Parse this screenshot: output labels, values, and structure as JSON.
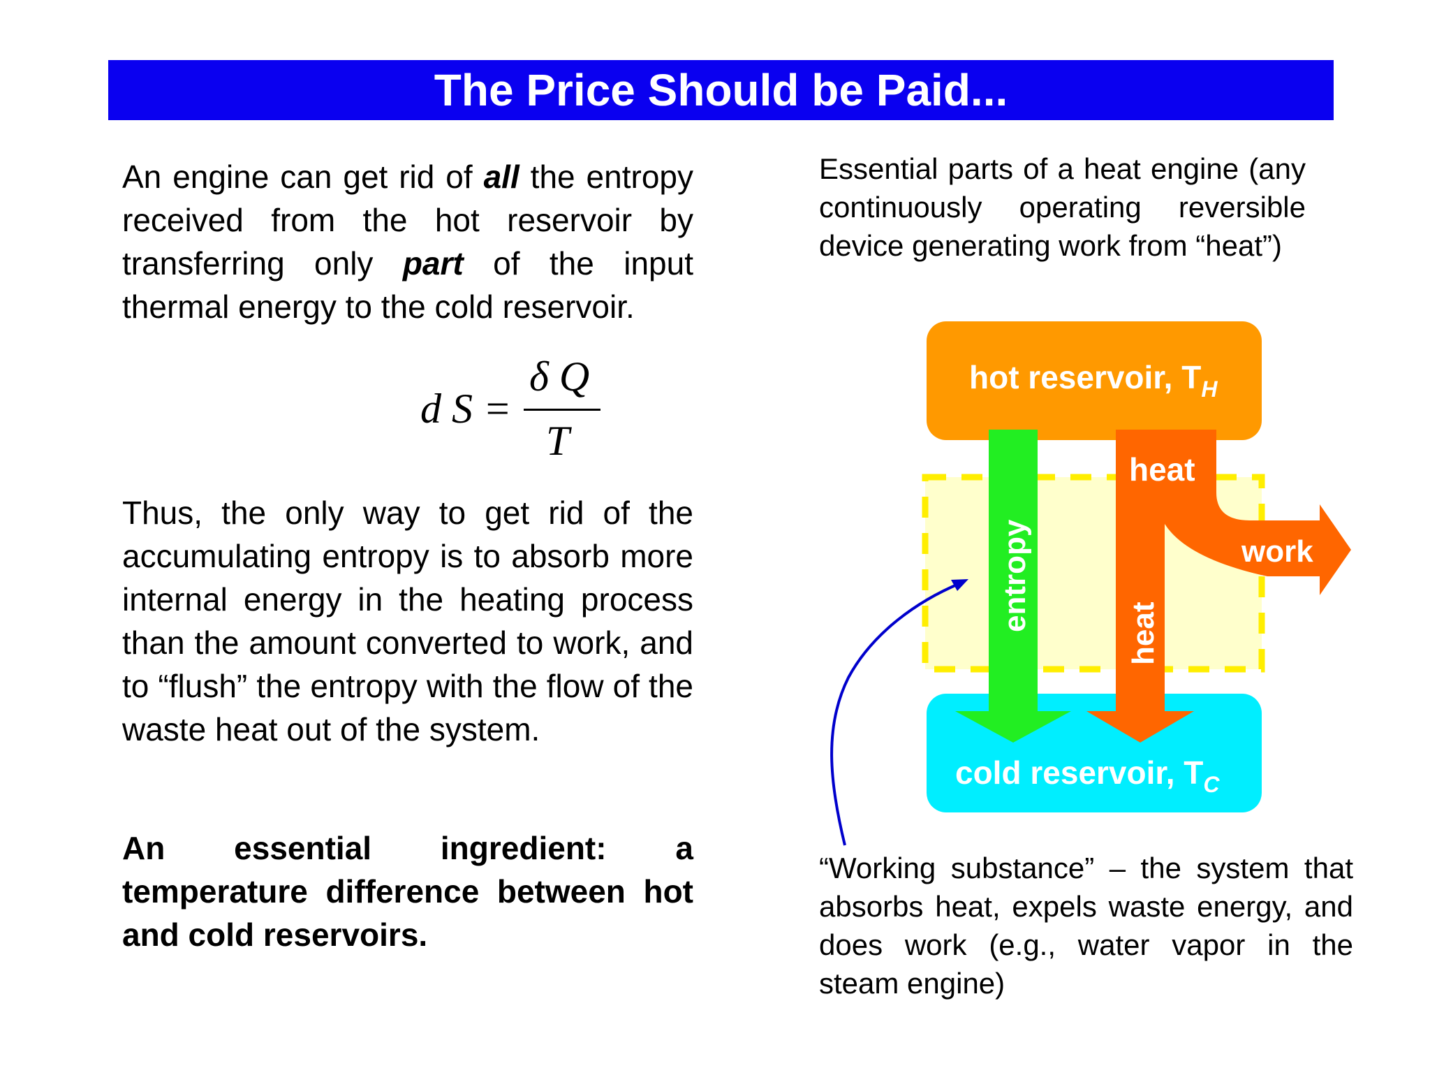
{
  "slide": {
    "title": "The Price Should be Paid..."
  },
  "left": {
    "p1": {
      "t1": "An engine can get rid of ",
      "em1": "all",
      "t2": " the entropy received from the hot reservoir by transferring only ",
      "em2": "part",
      "t3": " of the input thermal energy to the cold reservoir."
    },
    "formula": {
      "lhs": "d S =",
      "numerator": "δ Q",
      "denominator": "T"
    },
    "p2": "Thus, the only way to get rid of the accumulating entropy is to absorb more internal energy in the heating process than the amount converted to work, and to “flush” the entropy with the flow of the waste heat out of the system.",
    "p3": "An essential ingredient: a temperature difference between hot and cold reservoirs."
  },
  "right": {
    "intro": "Essential parts of a heat engine (any continuously operating reversible device generating work from “heat”)",
    "caption": "“Working substance” – the system that absorbs heat, expels waste energy, and does work (e.g., water vapor in the steam engine)"
  },
  "diagram": {
    "hot_label": "hot reservoir, T",
    "hot_sub": "H",
    "cold_label": "cold reservoir, T",
    "cold_sub": "C",
    "entropy_label": "entropy",
    "heat_in_label": "heat",
    "heat_out_label": "heat",
    "work_label": "work",
    "colors": {
      "hot": "#ff9900",
      "cold": "#00eeff",
      "entropy": "#22ee22",
      "heat": "#ff6600",
      "working_substance_fill": "#ffffcc",
      "working_substance_border": "#ffee00",
      "pointer": "#0000cc",
      "title_bar": "#0a00f0"
    }
  }
}
